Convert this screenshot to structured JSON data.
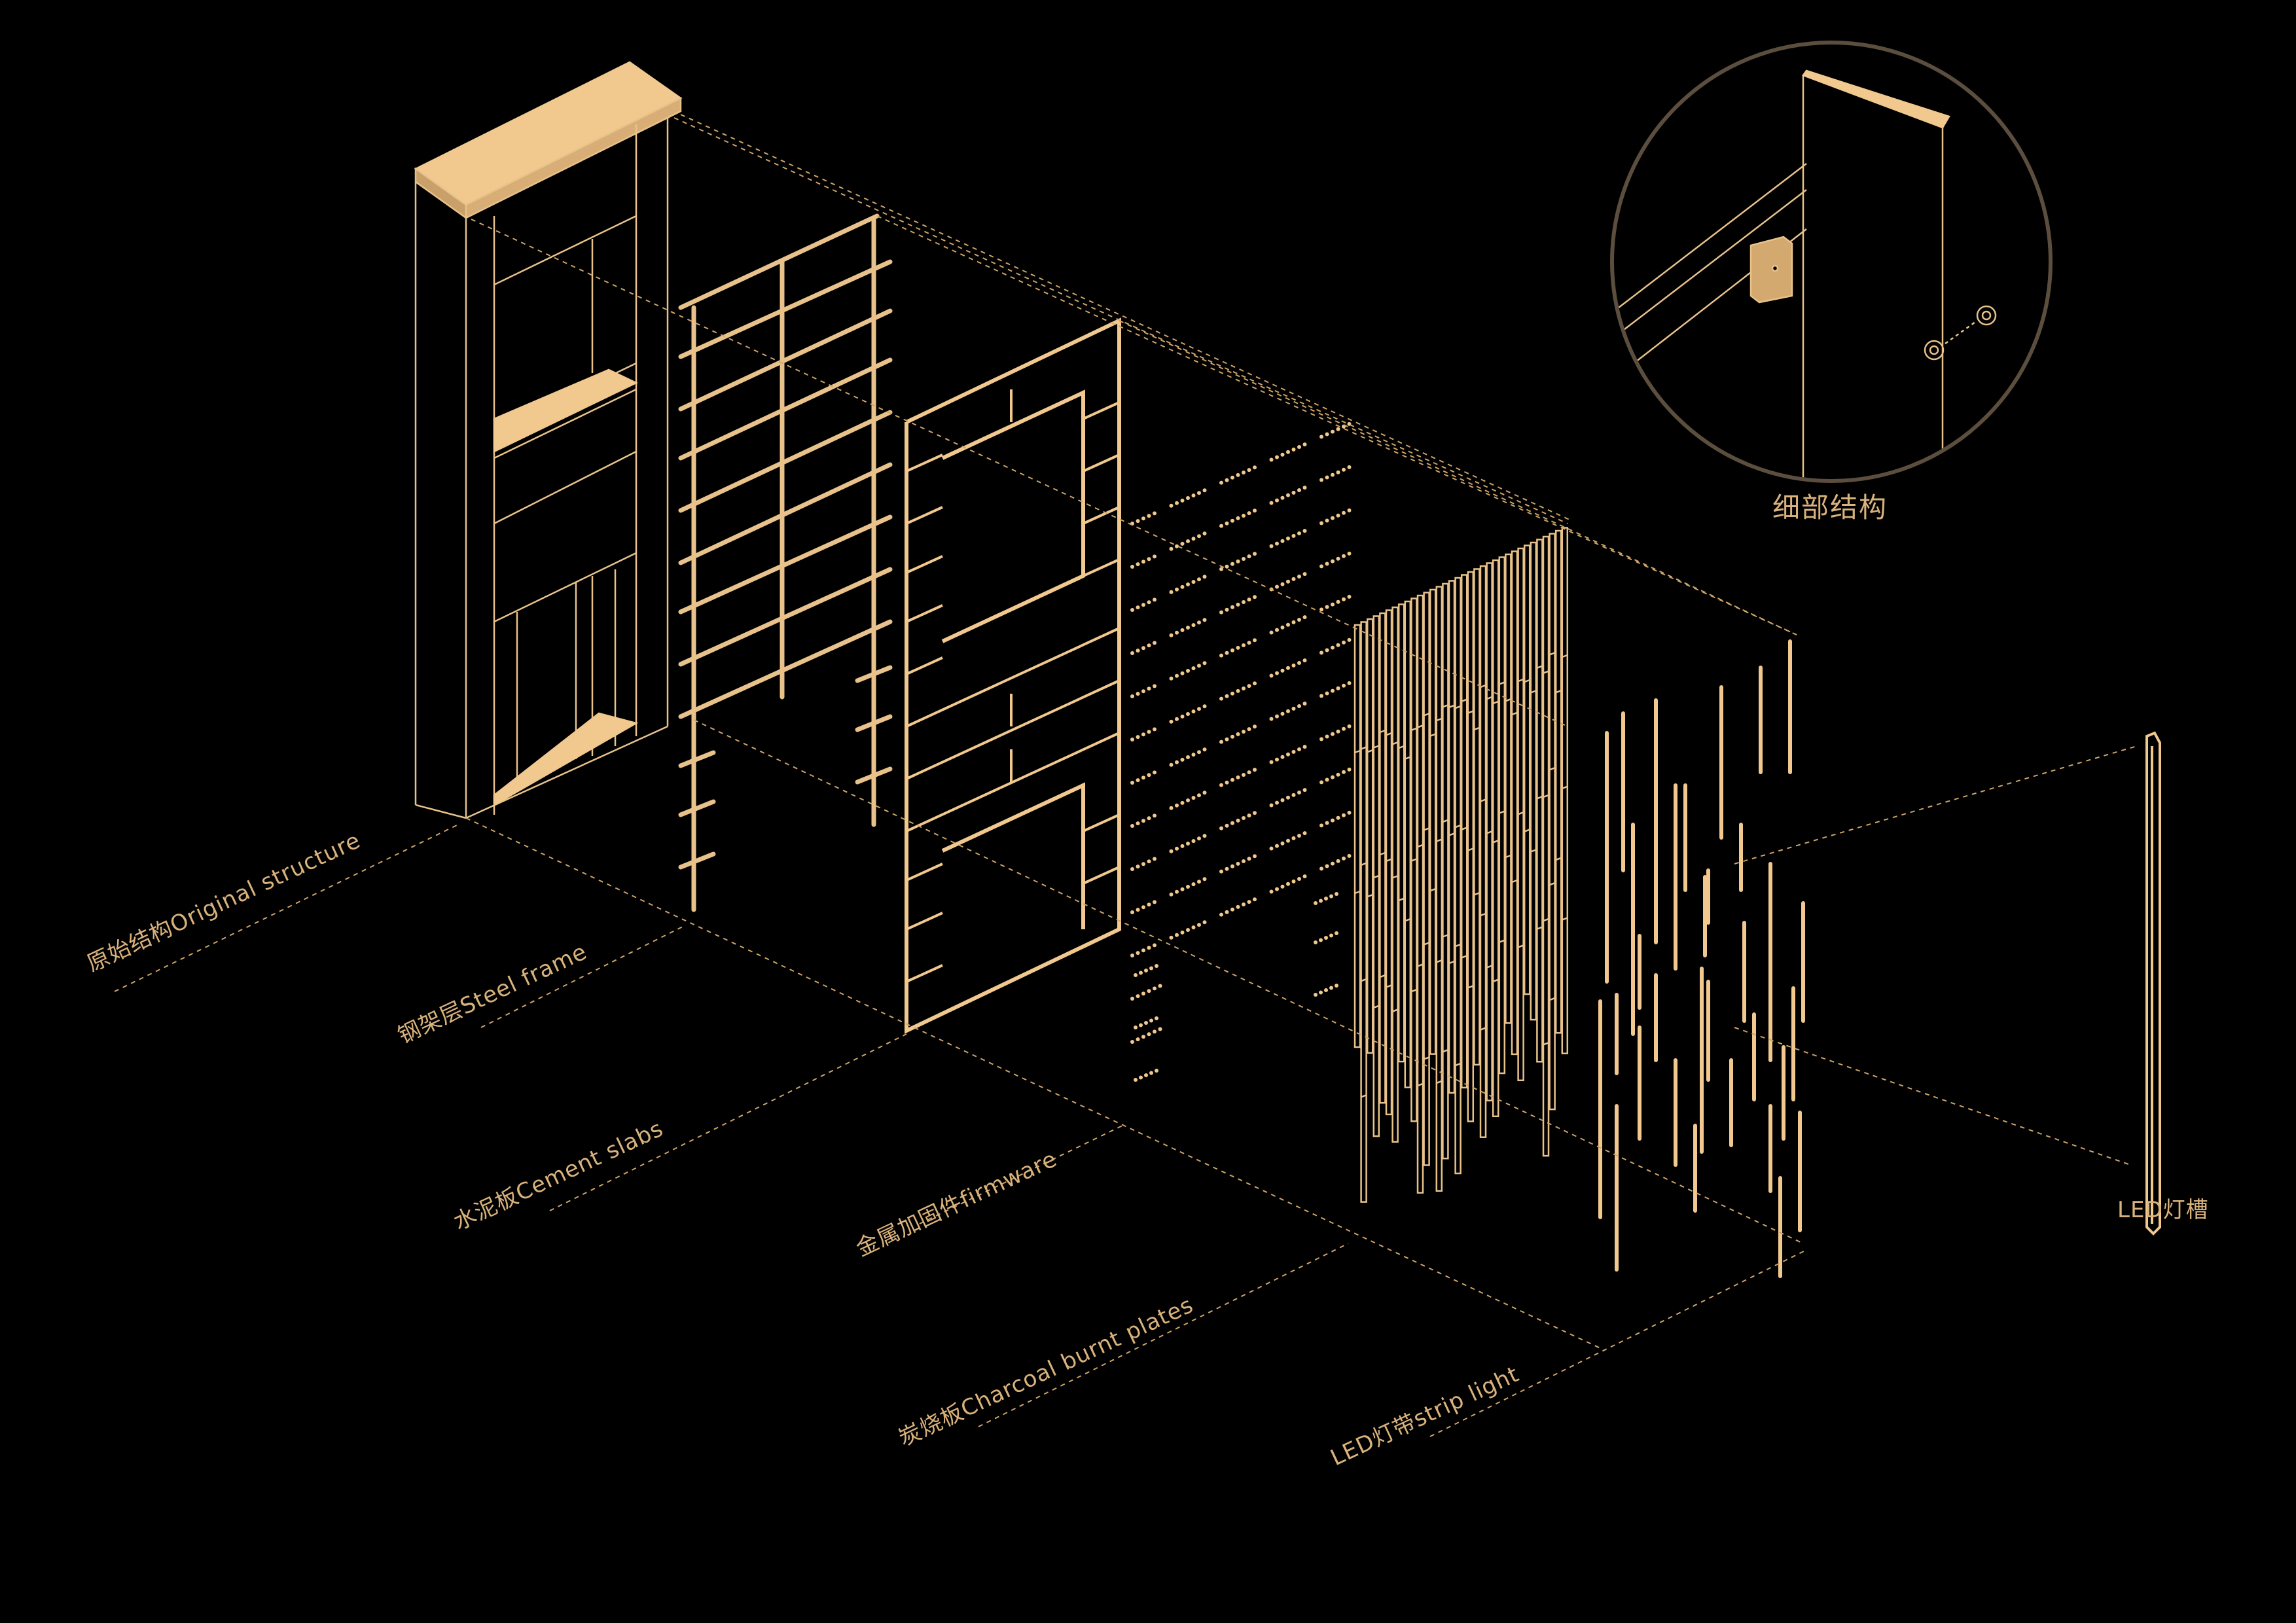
{
  "colors": {
    "background": "#000000",
    "line": "#e8c28a",
    "fill": "#f1c88e",
    "guide": "#cfa56a",
    "circle": "#5b4e3e",
    "label": "#d9b27c"
  },
  "layers": [
    {
      "id": "original",
      "label": "原始结构Original structure"
    },
    {
      "id": "steel",
      "label": "钢架层Steel frame"
    },
    {
      "id": "cement",
      "label": "水泥板Cement slabs"
    },
    {
      "id": "firmware",
      "label": "金属加固件firmware"
    },
    {
      "id": "charcoal",
      "label": "炭烧板Charcoal burnt plates"
    },
    {
      "id": "strip",
      "label": "LED灯带strip light"
    }
  ],
  "detail": {
    "title": "细部结构",
    "icon": "magnified-detail-circle"
  },
  "led_slot": {
    "label": "LED灯槽"
  }
}
